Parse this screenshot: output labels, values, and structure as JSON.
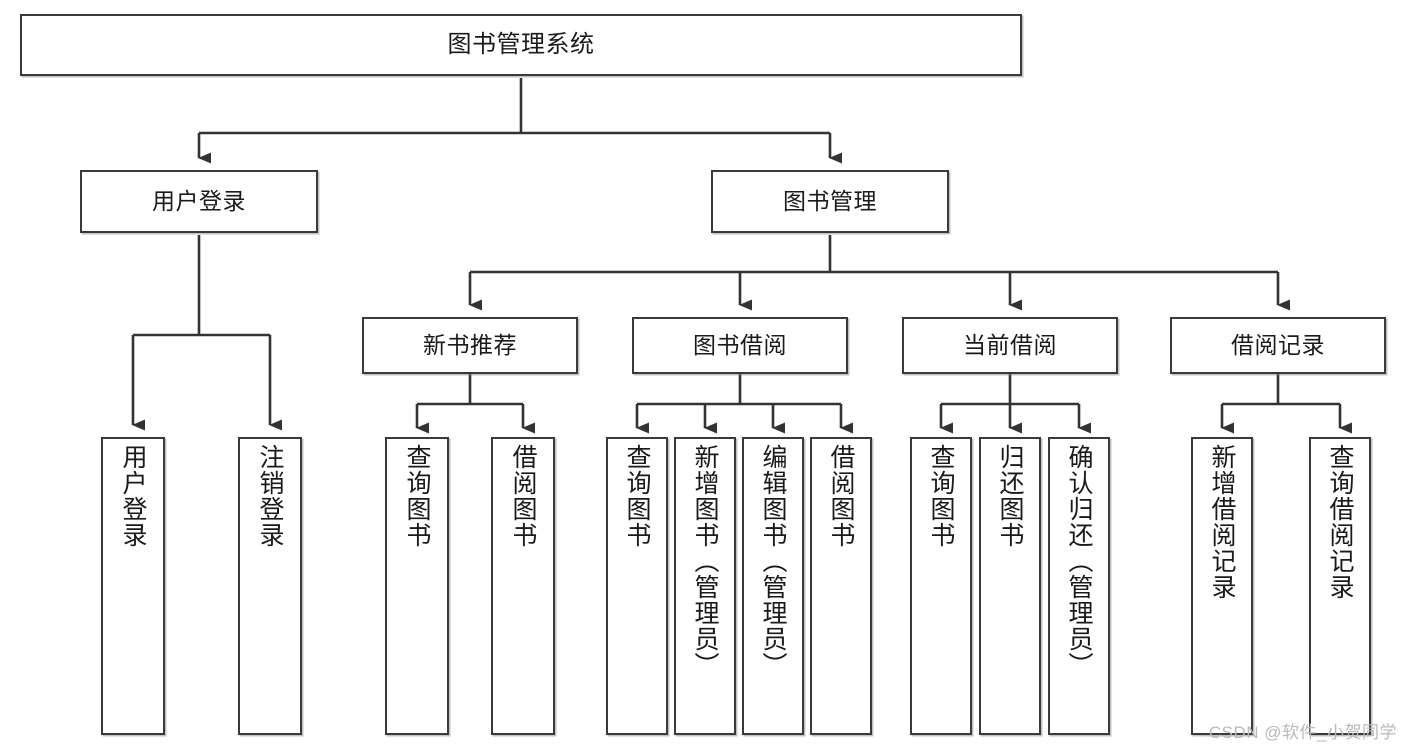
{
  "diagram": {
    "type": "tree-hierarchy",
    "title": "图书管理系统",
    "root": {
      "label": "图书管理系统"
    },
    "level2": [
      {
        "label": "用户登录"
      },
      {
        "label": "图书管理"
      }
    ],
    "level3": [
      {
        "label": "新书推荐"
      },
      {
        "label": "图书借阅"
      },
      {
        "label": "当前借阅"
      },
      {
        "label": "借阅记录"
      }
    ],
    "leaves": {
      "user_login": [
        {
          "label": "用户登录"
        },
        {
          "label": "注销登录"
        }
      ],
      "new_book_recommend": [
        {
          "label": "查询图书"
        },
        {
          "label": "借阅图书"
        }
      ],
      "book_borrow": [
        {
          "label": "查询图书"
        },
        {
          "label": "新增图书（管理员）"
        },
        {
          "label": "编辑图书（管理员）"
        },
        {
          "label": "借阅图书"
        }
      ],
      "current_borrow": [
        {
          "label": "查询图书"
        },
        {
          "label": "归还图书"
        },
        {
          "label": "确认归还（管理员）"
        }
      ],
      "borrow_record": [
        {
          "label": "新增借阅记录"
        },
        {
          "label": "查询借阅记录"
        }
      ]
    }
  },
  "watermark": {
    "text": "CSDN @软件_小贺同学"
  },
  "colors": {
    "stroke": "#3a3a3a",
    "box_fill": "#ffffff",
    "text": "#1a1a1a",
    "watermark": "#b9b9b9"
  }
}
